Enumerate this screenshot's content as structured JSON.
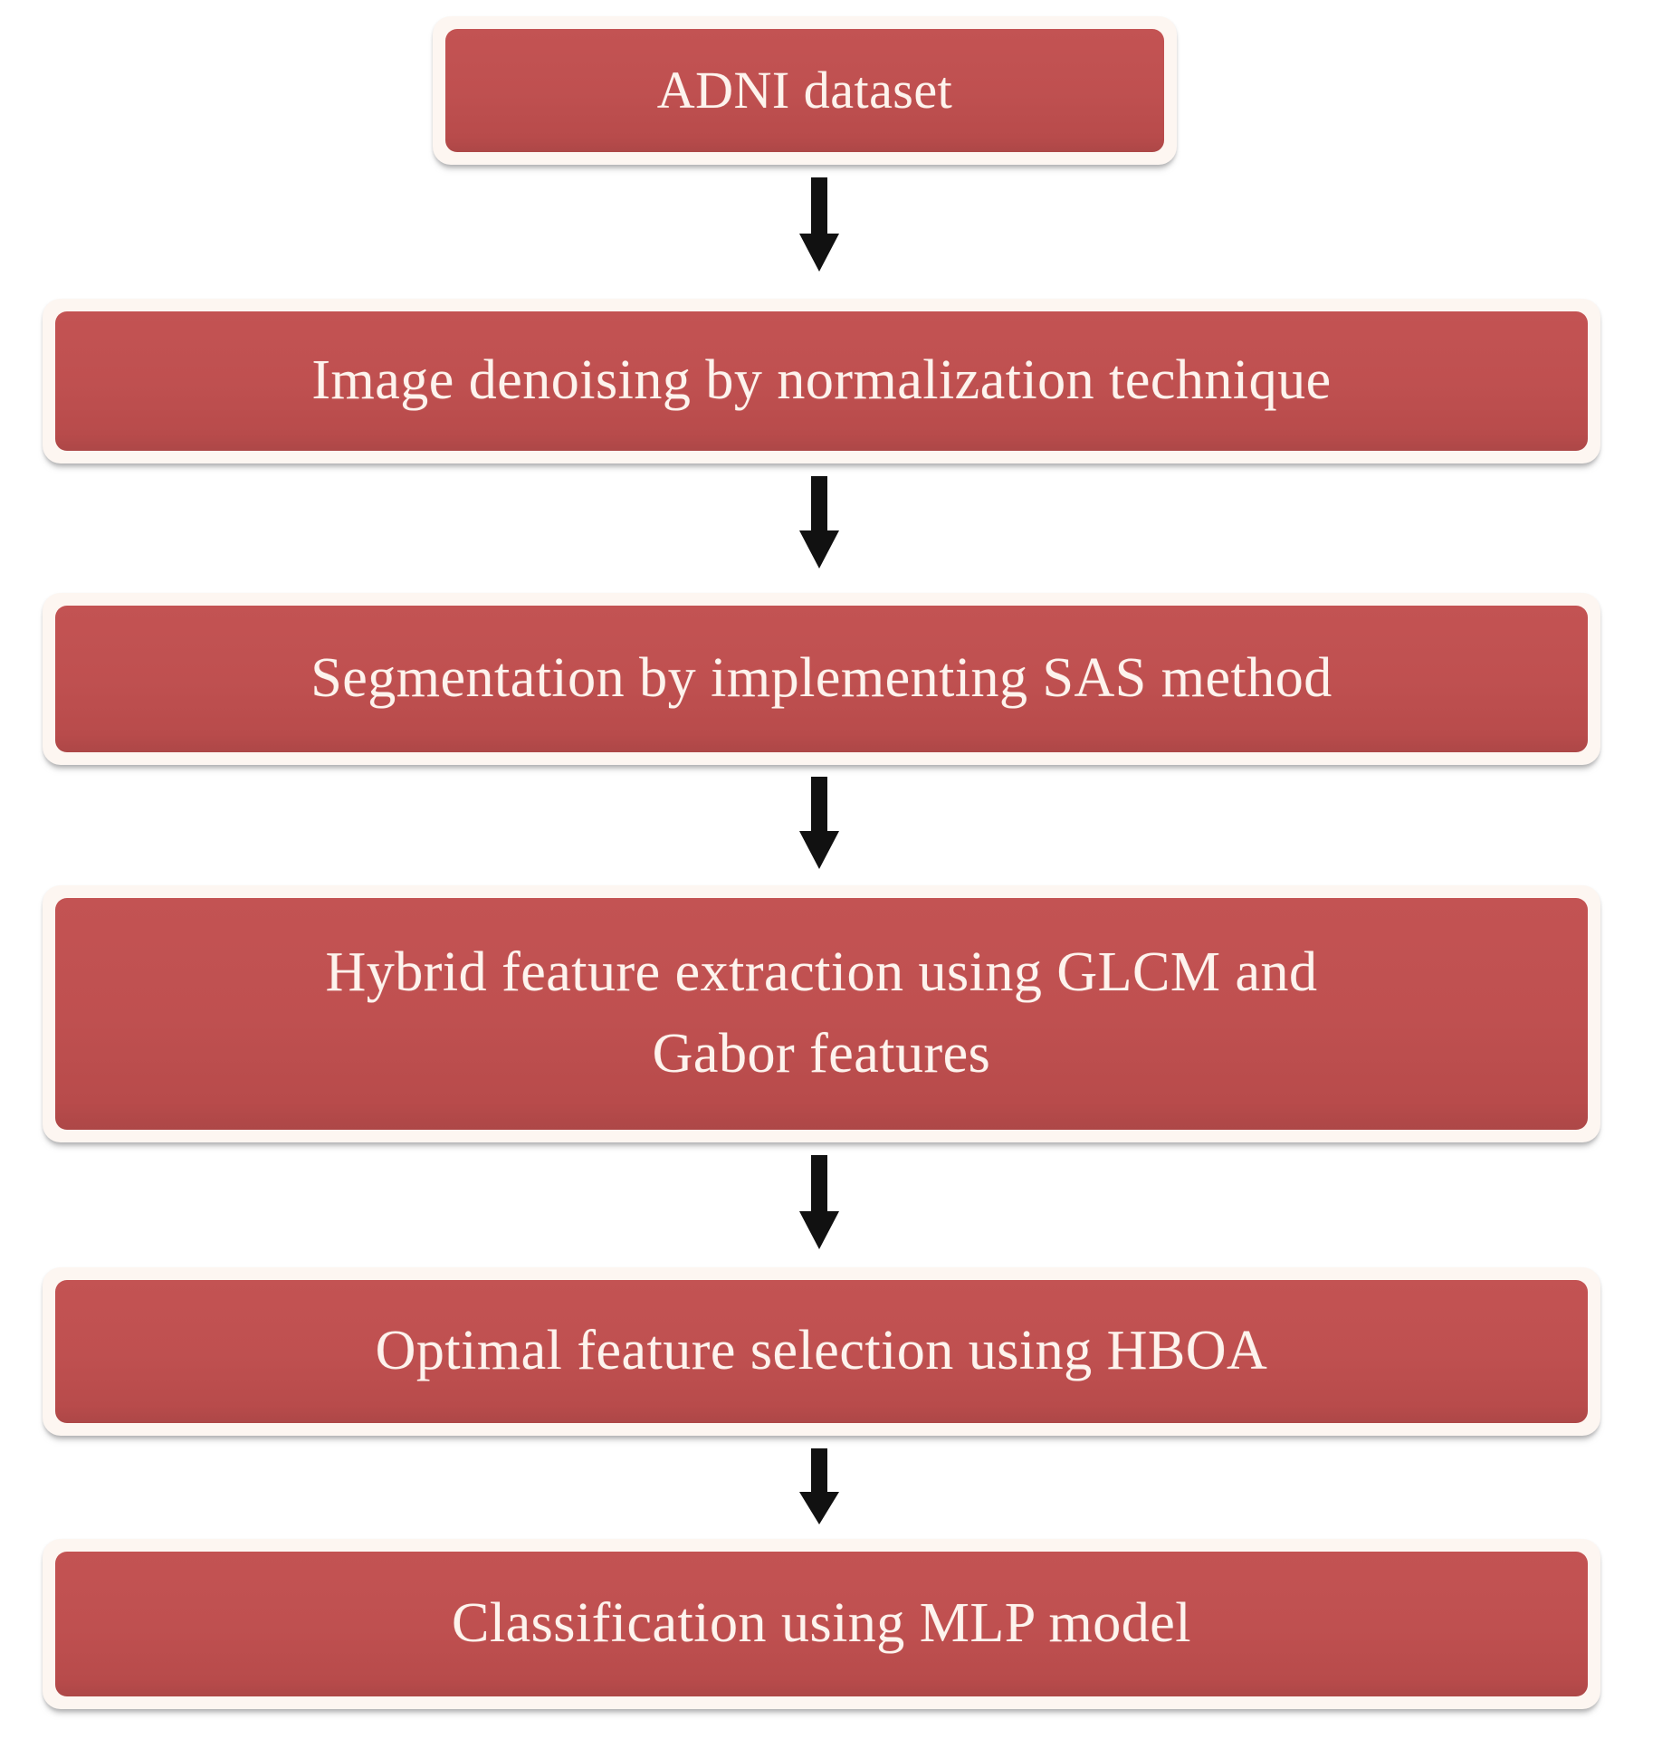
{
  "diagram": {
    "title": "ADNI processing pipeline flowchart",
    "orientation": "top-to-bottom",
    "node_fill_color": "#bf5050",
    "node_text_color": "#fdf3ed",
    "node_frame_color": "#fdf6f1",
    "arrow_color": "#111111",
    "background_color": "#ffffff",
    "nodes": [
      {
        "id": "node-1",
        "label": "ADNI dataset"
      },
      {
        "id": "node-2",
        "label": "Image denoising by normalization  technique"
      },
      {
        "id": "node-3",
        "label": "Segmentation by implementing  SAS method"
      },
      {
        "id": "node-4",
        "label": "Hybrid feature extraction using GLCM and\nGabor features"
      },
      {
        "id": "node-5",
        "label": "Optimal feature selection  using HBOA"
      },
      {
        "id": "node-6",
        "label": "Classification using MLP model"
      }
    ],
    "connectors": [
      {
        "id": "arrow-1",
        "from": "node-1",
        "to": "node-2",
        "icon": "arrow-down-icon"
      },
      {
        "id": "arrow-2",
        "from": "node-2",
        "to": "node-3",
        "icon": "arrow-down-icon"
      },
      {
        "id": "arrow-3",
        "from": "node-3",
        "to": "node-4",
        "icon": "arrow-down-icon"
      },
      {
        "id": "arrow-4",
        "from": "node-4",
        "to": "node-5",
        "icon": "arrow-down-icon"
      },
      {
        "id": "arrow-5",
        "from": "node-5",
        "to": "node-6",
        "icon": "arrow-down-icon"
      }
    ]
  }
}
